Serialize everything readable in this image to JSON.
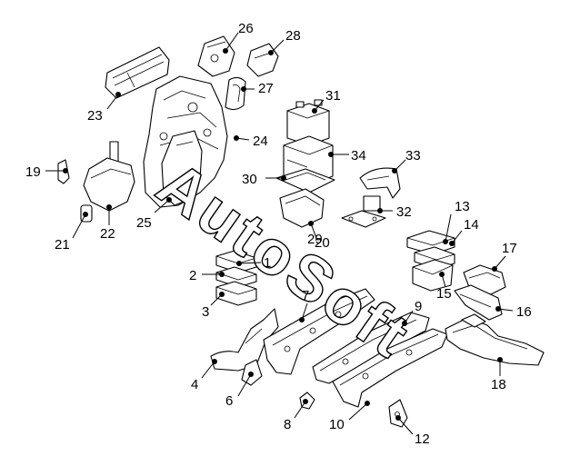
{
  "watermark": "AutoSoft",
  "callouts": [
    "1",
    "2",
    "3",
    "4",
    "6",
    "7",
    "8",
    "9",
    "10",
    "12",
    "13",
    "14",
    "15",
    "16",
    "17",
    "18",
    "19",
    "20",
    "21",
    "22",
    "23",
    "24",
    "25",
    "26",
    "27",
    "28",
    "29",
    "30",
    "31",
    "32",
    "33",
    "34"
  ]
}
